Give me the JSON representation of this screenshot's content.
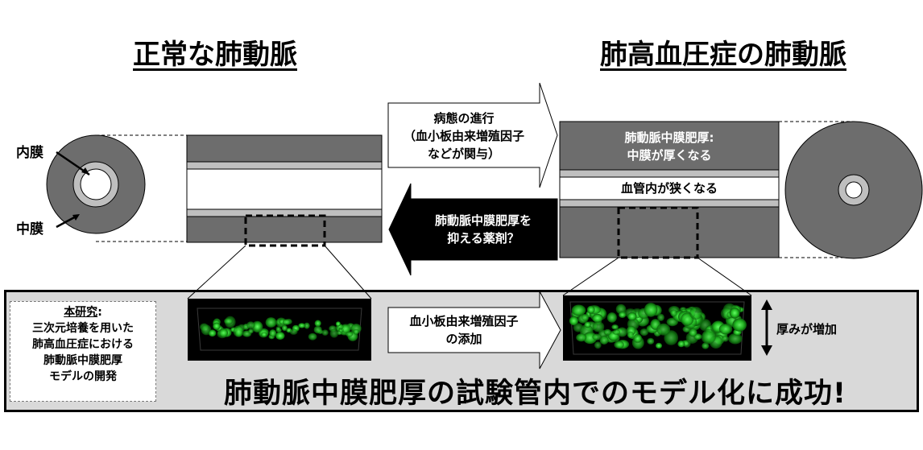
{
  "titles": {
    "normal": "正常な肺動脈",
    "hypertension": "肺高血圧症の肺動脈"
  },
  "labels": {
    "intima": "内膜",
    "media": "中膜"
  },
  "progression_arrow": [
    "病態の進行",
    "（血小板由来増殖因子",
    "などが関与）"
  ],
  "drug_arrow": [
    "肺動脈中膜肥厚を",
    "抑える薬剤？"
  ],
  "thick_media": [
    "肺動脈中膜肥厚:",
    "中膜が厚くなる"
  ],
  "narrow_lumen": "血管内が狭くなる",
  "study": {
    "title": "本研究",
    "colon": ":",
    "lines": [
      "三次元培養を用いた",
      "肺高血圧症における",
      "肺動脈中膜肥厚",
      "モデルの開発"
    ]
  },
  "pdgf_arrow": [
    "血小板由来増殖因子",
    "の添加"
  ],
  "thickness_label": "厚みが増加",
  "headline": "肺動脈中膜肥厚の試験管内でのモデル化に成功!",
  "colors": {
    "media": "#6d6d6d",
    "intima": "#bfbfbf",
    "panel": "#d9d9d9",
    "fluorescence": "#33cc33",
    "black": "#000000"
  }
}
